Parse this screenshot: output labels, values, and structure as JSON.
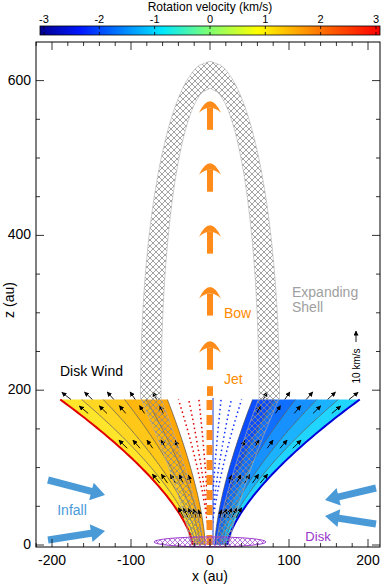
{
  "diagram": {
    "labels": [
      "Rotation velocity (km/s)",
      "-3",
      "-2",
      "-1",
      "0",
      "1",
      "2",
      "3",
      "600",
      "400",
      "200",
      "0",
      "z (au)",
      "Bow",
      "Expanding Shell",
      "Jet",
      "10 km/s",
      "Disk Wind",
      "Infall",
      "Disk",
      "-200",
      "-100",
      "0",
      "100",
      "200",
      "x (au)"
    ]
  }
}
